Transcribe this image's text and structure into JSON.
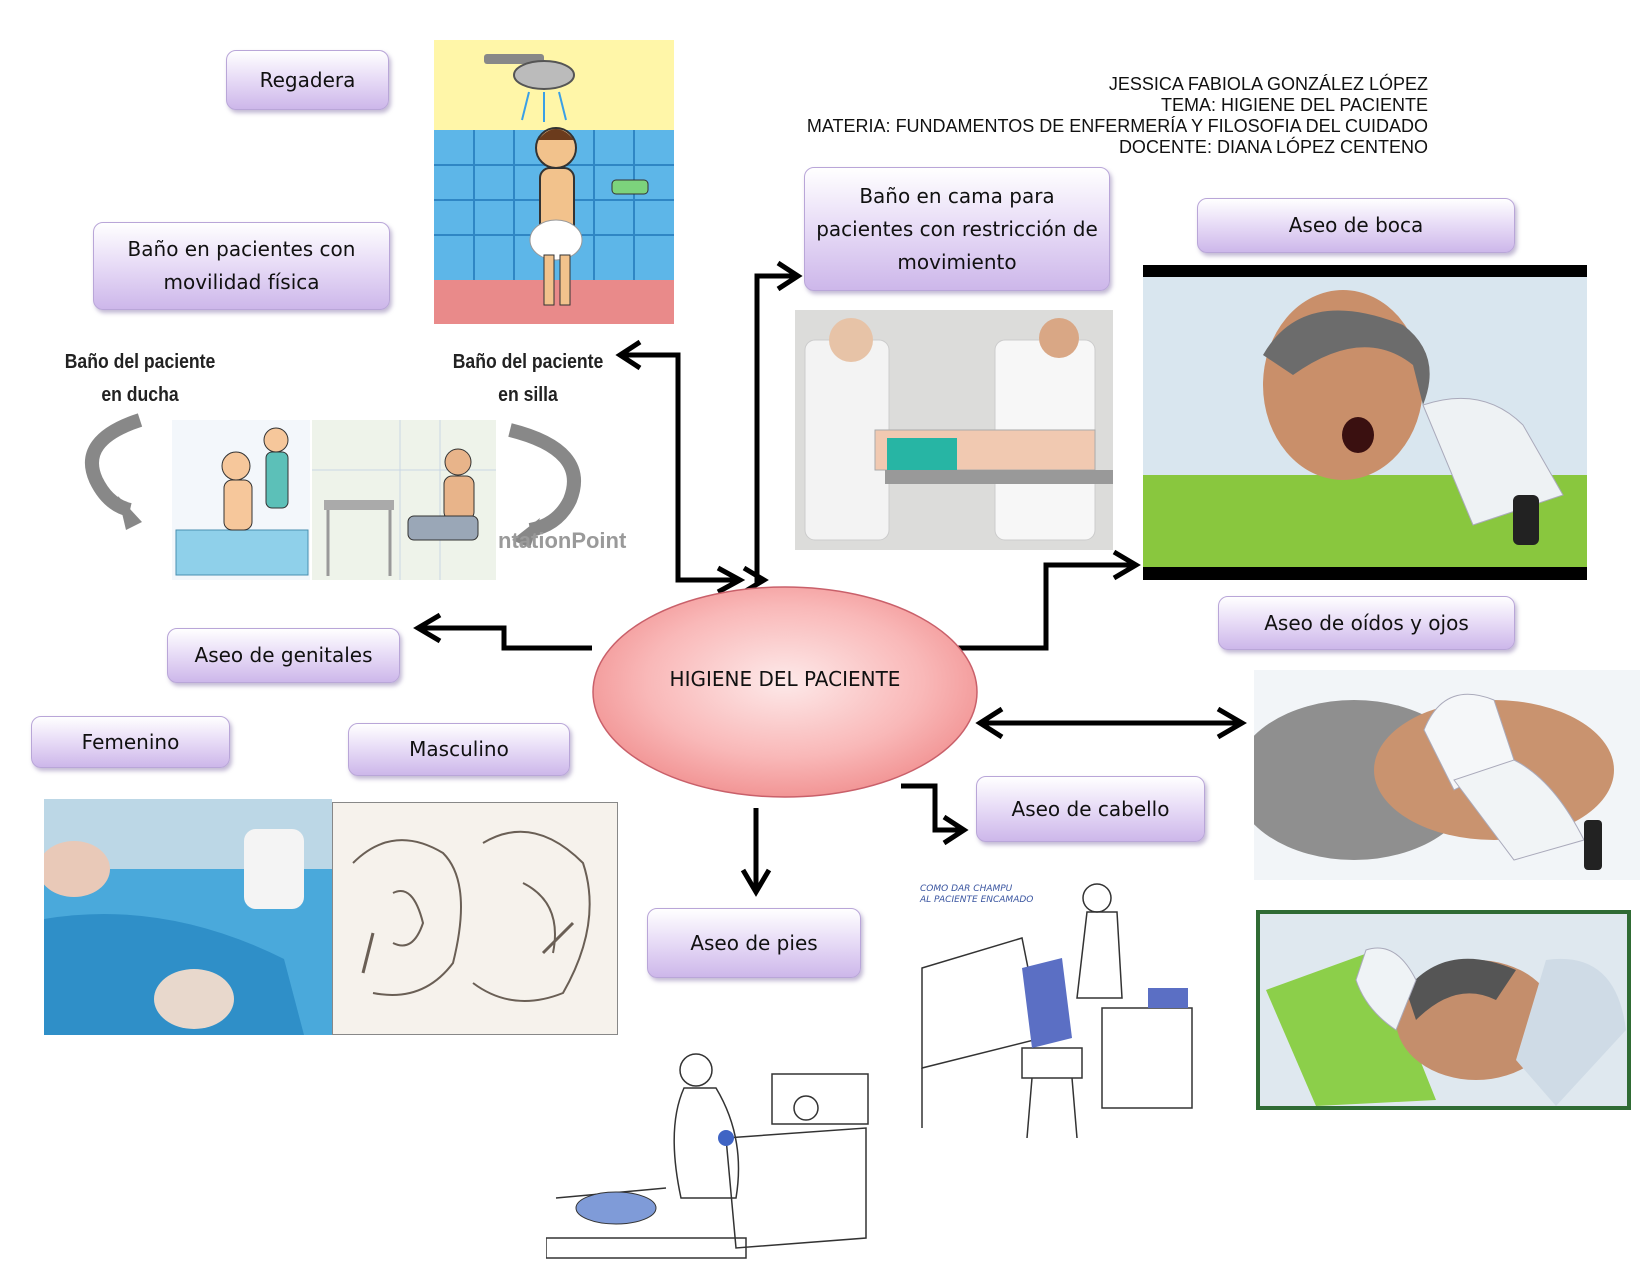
{
  "header": {
    "author": "JESSICA FABIOLA GONZÁLEZ LÓPEZ",
    "topic": "TEMA: HIGIENE DEL PACIENTE",
    "subject": "MATERIA: FUNDAMENTOS DE ENFERMERÍA Y FILOSOFIA DEL CUIDADO",
    "teacher": "DOCENTE: DIANA LÓPEZ CENTENO"
  },
  "center": {
    "label": "HIGIENE DEL PACIENTE"
  },
  "nodes": {
    "regadera": "Regadera",
    "movilidad_line1": "Baño  en pacientes con",
    "movilidad_line2": "movilidad física",
    "cama_line1": "Baño en cama para",
    "cama_line2": "pacientes con restricción de",
    "cama_line3": "movimiento",
    "boca": "Aseo de boca",
    "oidos_ojos": "Aseo de oídos y ojos",
    "genitales": "Aseo de genitales",
    "femenino": "Femenino",
    "masculino": "Masculino",
    "cabello": "Aseo de cabello",
    "pies": "Aseo de pies"
  },
  "image_captions": {
    "ducha_line1": "Baño del paciente",
    "ducha_line2": "en ducha",
    "silla_line1": "Baño del paciente",
    "silla_line2": "en silla",
    "watermark": "ntationPoint",
    "champu_line1": "COMO DAR CHAMPU",
    "champu_line2": "AL PACIENTE ENCAMADO"
  },
  "colors": {
    "node_fill": "#d9c9f0",
    "node_border": "#b9a6d8",
    "center_fill": "#f7a8a8",
    "center_border": "#c9606a",
    "arrow": "#000000"
  }
}
